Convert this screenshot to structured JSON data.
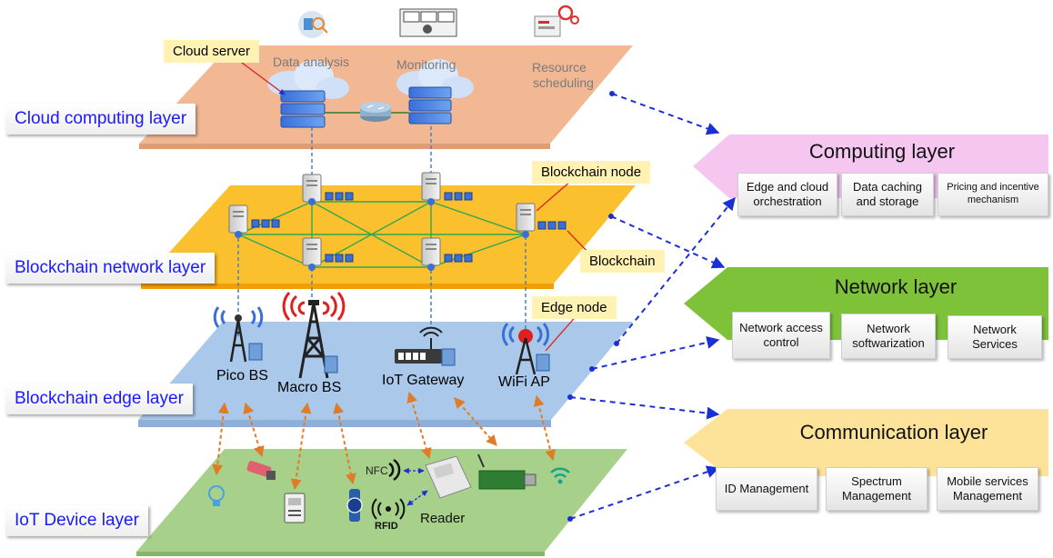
{
  "layers": {
    "cloud": "Cloud computing layer",
    "blockchain_network": "Blockchain network layer",
    "edge": "Blockchain edge layer",
    "iot": "IoT Device layer"
  },
  "callouts": {
    "cloud_server": "Cloud server",
    "blockchain_node": "Blockchain node",
    "blockchain": "Blockchain",
    "edge_node": "Edge node"
  },
  "cloud_services": {
    "data_analysis": "Data analysis",
    "monitoring": "Monitoring",
    "resource_scheduling_1": "Resource",
    "resource_scheduling_2": "scheduling"
  },
  "edge_nodes": {
    "pico_bs": "Pico BS",
    "macro_bs": "Macro BS",
    "iot_gateway": "IoT Gateway",
    "wifi_ap": "WiFi AP"
  },
  "iot_devices": {
    "nfc": "NFC",
    "rfid": "RFID",
    "reader": "Reader"
  },
  "panels": {
    "computing": {
      "title": "Computing layer",
      "color": "#f5c6f0",
      "items": [
        "Edge and cloud orchestration",
        "Data caching and storage",
        "Pricing and incentive mechanism"
      ]
    },
    "network": {
      "title": "Network layer",
      "color": "#7ec23a",
      "items": [
        "Network access control",
        "Network softwarization",
        "Network Services"
      ]
    },
    "communication": {
      "title": "Communication layer",
      "color": "#fde39a",
      "items": [
        "ID Management",
        "Spectrum Management",
        "Mobile services Management"
      ]
    }
  },
  "colors": {
    "cloud_plane": "#f2b894",
    "blockchain_plane": "#fbc02d",
    "edge_plane": "#a9c8ea",
    "iot_plane": "#a7d18a",
    "link_arrow": "#1a2fd6",
    "wireless_arrow": "#e07b28"
  }
}
